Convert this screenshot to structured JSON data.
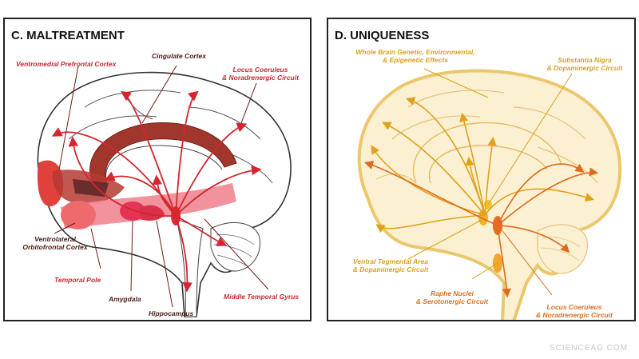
{
  "panel_c": {
    "title": "C. MALTREATMENT",
    "labels": {
      "vmpfc": "Ventromedial Prefrontal Cortex",
      "cingulate": "Cingulate Cortex",
      "locus_line1": "Locus Coeruleus",
      "locus_line2": "& Noradrenergic Circuit",
      "vlofc_line1": "Ventrolateral",
      "vlofc_line2": "Orbitofrontal Cortex",
      "temporal_pole": "Temporal Pole",
      "amygdala": "Amygdala",
      "hippocampus": "Hippocampus",
      "middle_temporal": "Middle Temporal Gyrus"
    }
  },
  "panel_d": {
    "title": "D. UNIQUENESS",
    "labels": {
      "whole_line1": "Whole Brain Genetic, Environmental,",
      "whole_line2": "& Epigenetic Effects",
      "substantia_line1": "Substantia Nigra",
      "substantia_line2": "& Dopaminergic Circuit",
      "vta_line1": "Ventral Tegmental Area",
      "vta_line2": "& Dopaminergic Circuit",
      "raphe_line1": "Raphe Nuclei",
      "raphe_line2": "& Serotonergic Circuit",
      "locus_line1": "Locus Coeruleus",
      "locus_line2": "& Noradrenergic Circuit"
    }
  },
  "colors": {
    "red": "#c62a35",
    "dark_red": "#a0362c",
    "gold": "#d9a21a",
    "orange": "#d9701c",
    "brain_fill_d": "#fbf0d2"
  },
  "watermark": "SCIENCEAG.COM"
}
